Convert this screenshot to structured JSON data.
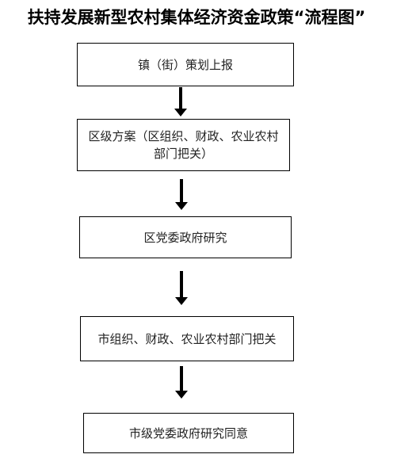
{
  "title": "扶持发展新型农村集体经济资金政策“流程图”",
  "steps": [
    {
      "text": "镇（街）策划上报"
    },
    {
      "line1": "区级方案（区组织、财政、农业农村",
      "line2": "部门把关）"
    },
    {
      "text": "区党委政府研究"
    },
    {
      "text": "市组织、财政、农业农村部门把关"
    },
    {
      "text": "市级党委政府研究同意"
    }
  ]
}
